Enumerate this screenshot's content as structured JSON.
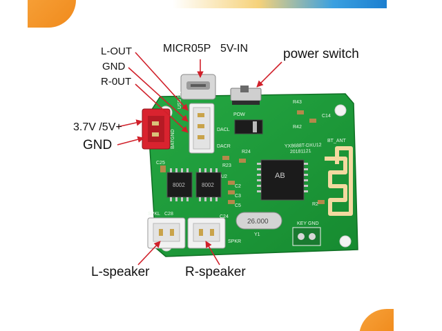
{
  "labels": {
    "micro_usb": "MICR05P",
    "five_v_in": "5V-IN",
    "power_switch": "power switch",
    "l_out": "L-OUT",
    "gnd_top": "GND",
    "r_out": "R-0UT",
    "battery_in": "3.7V /5V+",
    "gnd_left": "GND",
    "l_speaker": "L-speaker",
    "r_speaker": "R-speaker"
  },
  "silkscreen": {
    "module_code": "YX8688T-DXU12",
    "date_code": "20181121",
    "antenna": "BT_ANT",
    "crystal": "26.000",
    "pow": "POW",
    "key": "KEY",
    "gnd": "GND",
    "dacl": "DACL",
    "dacr": "DACR",
    "spkl": "SPKL",
    "spkr": "SPKR",
    "bat_gnd": "BATGND",
    "usb_dc": "USB DC",
    "y1": "Y1",
    "r2": "R2",
    "c14": "C14",
    "r43": "R43",
    "r42": "R42",
    "r24": "R24",
    "r23": "R23",
    "c25": "C25",
    "u2": "U2",
    "c2": "C2",
    "c3": "C3",
    "c5": "C5",
    "c24": "C24",
    "c28": "C28"
  },
  "chip_marks": {
    "amp_u1": "8002",
    "amp_u2": "8002",
    "bt_chip": "AB"
  },
  "colors": {
    "pcb_green": "#1e9a3a",
    "header_red": "#d9232f",
    "connector_white": "#f2f2f2",
    "arrow_red": "#d0202a"
  }
}
